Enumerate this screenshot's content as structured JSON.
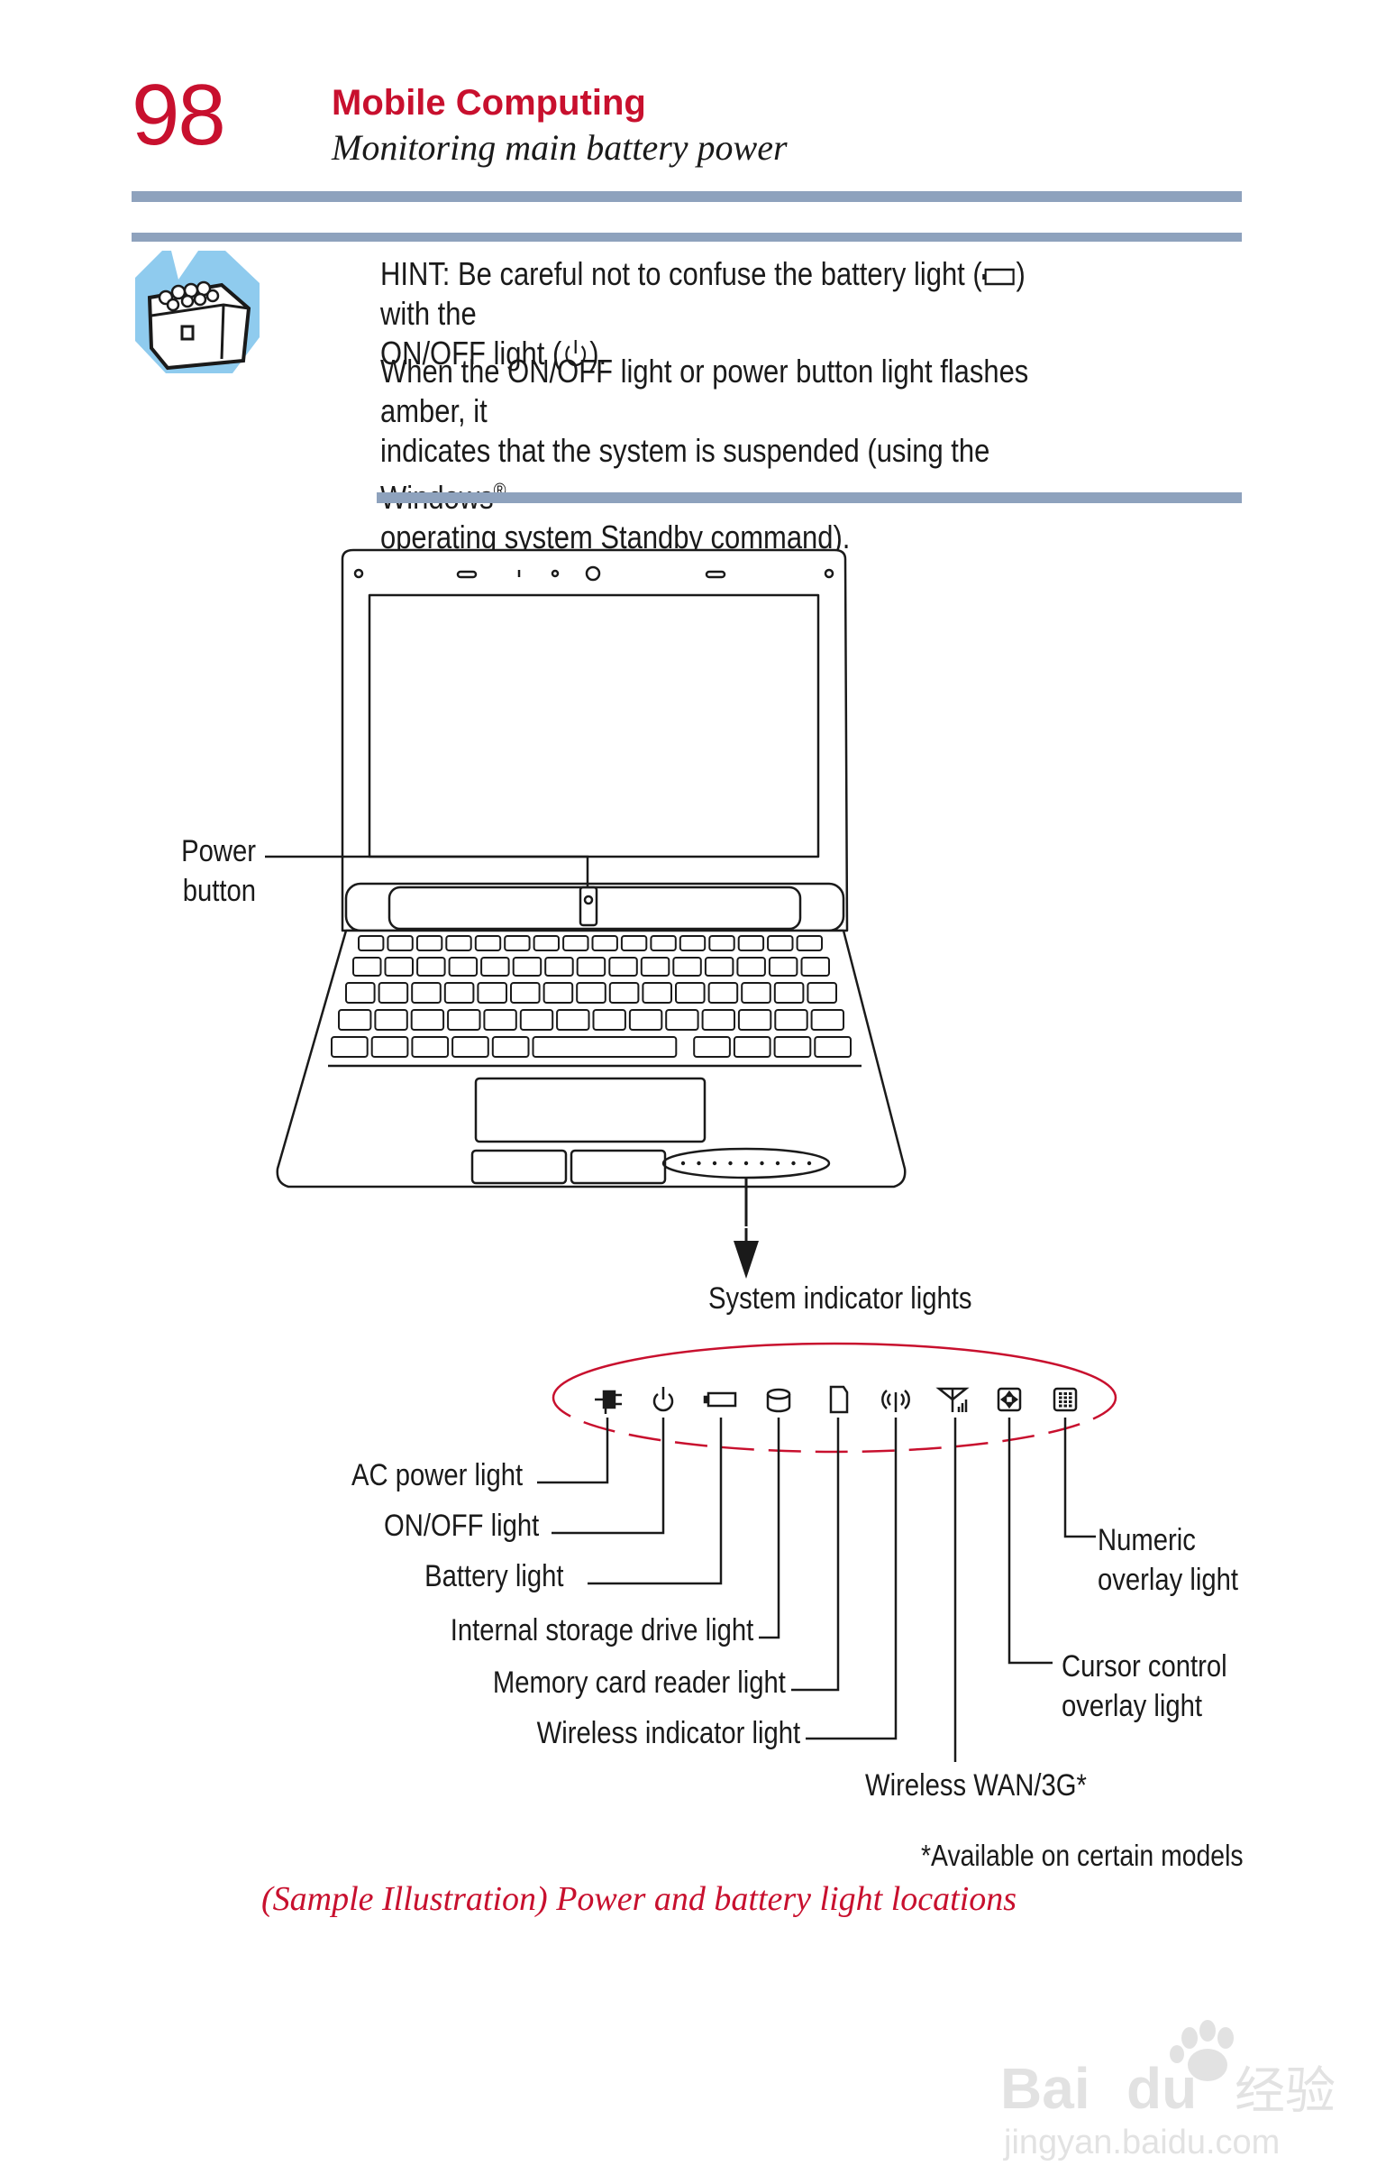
{
  "header": {
    "page_number": "98",
    "section_title": "Mobile Computing",
    "section_subtitle": "Monitoring main battery power"
  },
  "hint": {
    "icon": "treasure-chest-icon",
    "line1_before_battery": "HINT: Be careful not to confuse the battery light (",
    "line1_after_battery": ") with the",
    "line2_before_power": "ON/OFF light (",
    "line2_after_power": ").",
    "paragraph2_line1": "When the ON/OFF light or power button light flashes amber, it",
    "paragraph2_line2": "indicates that the system is suspended (using the Windows",
    "registered_mark": "®",
    "paragraph2_line3": "operating system Standby command)."
  },
  "figure": {
    "power_button_label_line1": "Power",
    "power_button_label_line2": "button",
    "system_indicator_label": "System indicator lights",
    "left_labels": [
      "AC power light",
      "ON/OFF light",
      "Battery light",
      "Internal storage drive light",
      "Memory card reader light",
      "Wireless indicator light"
    ],
    "wireless_wan_label": "Wireless WAN/3G*",
    "numeric_line1": "Numeric",
    "numeric_line2": "overlay light",
    "cursor_line1": "Cursor control",
    "cursor_line2": "overlay light",
    "footnote": "*Available on certain models",
    "caption": "(Sample Illustration) Power and battery light locations",
    "icons": [
      "ac-power-plug-icon",
      "power-icon",
      "battery-icon",
      "storage-drive-icon",
      "memory-card-icon",
      "wireless-icon",
      "wireless-wan-antenna-icon",
      "cursor-control-overlay-icon",
      "numeric-overlay-icon"
    ]
  },
  "watermark": {
    "brand_line1": "Bai",
    "brand_line2": "du",
    "brand_cn": "经验",
    "url": "jingyan.baidu.com"
  },
  "colors": {
    "accent_red": "#c8102e",
    "rule_blue": "#8ea2bd",
    "hint_icon_blue": "#8fcbee",
    "ellipse_red": "#c8102e"
  }
}
